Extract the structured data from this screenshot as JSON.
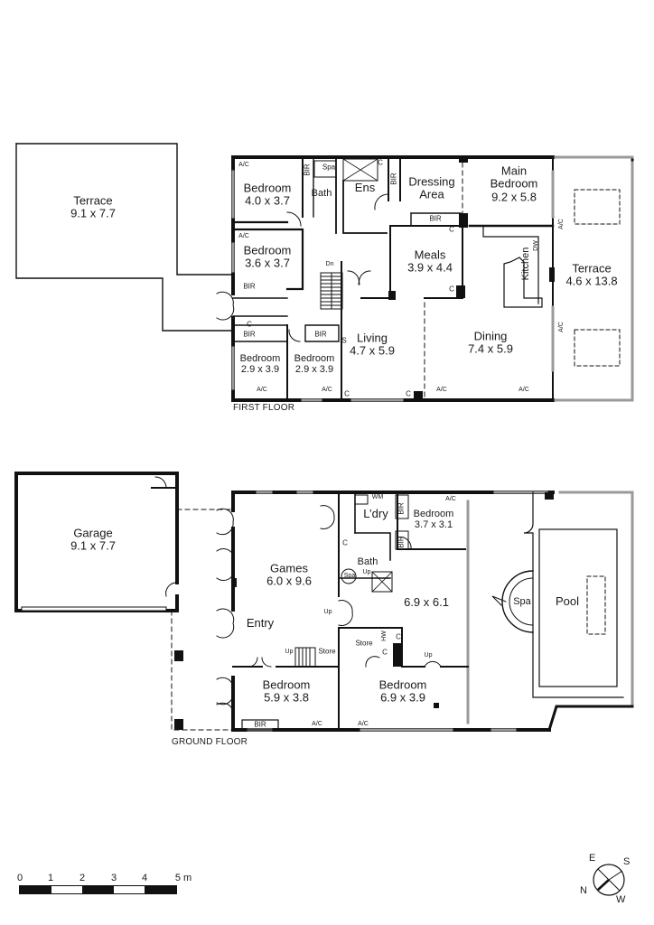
{
  "first_floor": {
    "title": "FIRST FLOOR",
    "rooms": [
      {
        "id": "terrace-west",
        "name": "Terrace",
        "dims": "9.1 x 7.7"
      },
      {
        "id": "bedroom-1",
        "name": "Bedroom",
        "dims": "4.0 x 3.7"
      },
      {
        "id": "bedroom-2",
        "name": "Bedroom",
        "dims": "3.6 x 3.7"
      },
      {
        "id": "bedroom-3",
        "name": "Bedroom",
        "dims": "2.9 x 3.9"
      },
      {
        "id": "bedroom-4",
        "name": "Bedroom",
        "dims": "2.9 x 3.9"
      },
      {
        "id": "bath",
        "name": "Bath",
        "dims": ""
      },
      {
        "id": "ens",
        "name": "Ens",
        "dims": ""
      },
      {
        "id": "dressing",
        "name": "Dressing",
        "dims": "Area"
      },
      {
        "id": "main-bedroom",
        "name": "Main Bedroom",
        "dims": "9.2 x 5.8"
      },
      {
        "id": "meals",
        "name": "Meals",
        "dims": "3.9 x 4.4"
      },
      {
        "id": "kitchen",
        "name": "Kitchen",
        "dims": ""
      },
      {
        "id": "terrace-east",
        "name": "Terrace",
        "dims": "4.6 x 13.8"
      },
      {
        "id": "living",
        "name": "Living",
        "dims": "4.7 x 5.9"
      },
      {
        "id": "dining",
        "name": "Dining",
        "dims": "7.4 x 5.9"
      }
    ],
    "fixtures": {
      "bir": "BIR",
      "spa": "Spa",
      "cupboard": "C",
      "ac": "A/C",
      "dn": "Dn",
      "dw": "DW",
      "s": "S"
    }
  },
  "ground_floor": {
    "title": "GROUND FLOOR",
    "rooms": [
      {
        "id": "garage",
        "name": "Garage",
        "dims": "9.1 x 7.7"
      },
      {
        "id": "games",
        "name": "Games",
        "dims": "6.0 x 9.6"
      },
      {
        "id": "entry",
        "name": "Entry",
        "dims": ""
      },
      {
        "id": "laundry",
        "name": "L’dry",
        "dims": ""
      },
      {
        "id": "bedroom-g1",
        "name": "Bedroom",
        "dims": "3.7 x 3.1"
      },
      {
        "id": "bath-g",
        "name": "Bath",
        "dims": ""
      },
      {
        "id": "rumpus",
        "name": "",
        "dims": "6.9 x 6.1"
      },
      {
        "id": "store-1",
        "name": "Store",
        "dims": ""
      },
      {
        "id": "store-2",
        "name": "Store",
        "dims": ""
      },
      {
        "id": "bedroom-g2",
        "name": "Bedroom",
        "dims": "5.9 x 3.8"
      },
      {
        "id": "bedroom-g3",
        "name": "Bedroom",
        "dims": "6.9 x 3.9"
      },
      {
        "id": "spa",
        "name": "Spa",
        "dims": ""
      },
      {
        "id": "pool",
        "name": "Pool",
        "dims": ""
      }
    ],
    "fixtures": {
      "wm": "WM",
      "hw": "HW",
      "up": "Up",
      "bir": "BIR",
      "cupboard": "C",
      "ac": "A/C",
      "spa": "Spa"
    }
  },
  "scale_bar": {
    "ticks": [
      "0",
      "1",
      "2",
      "3",
      "4",
      "5 m"
    ]
  },
  "compass": {
    "e": "E",
    "s": "S",
    "n": "N",
    "w": "W"
  },
  "colors": {
    "wall": "#111111",
    "window": "#9a9a9a",
    "text": "#1a1a1a"
  }
}
